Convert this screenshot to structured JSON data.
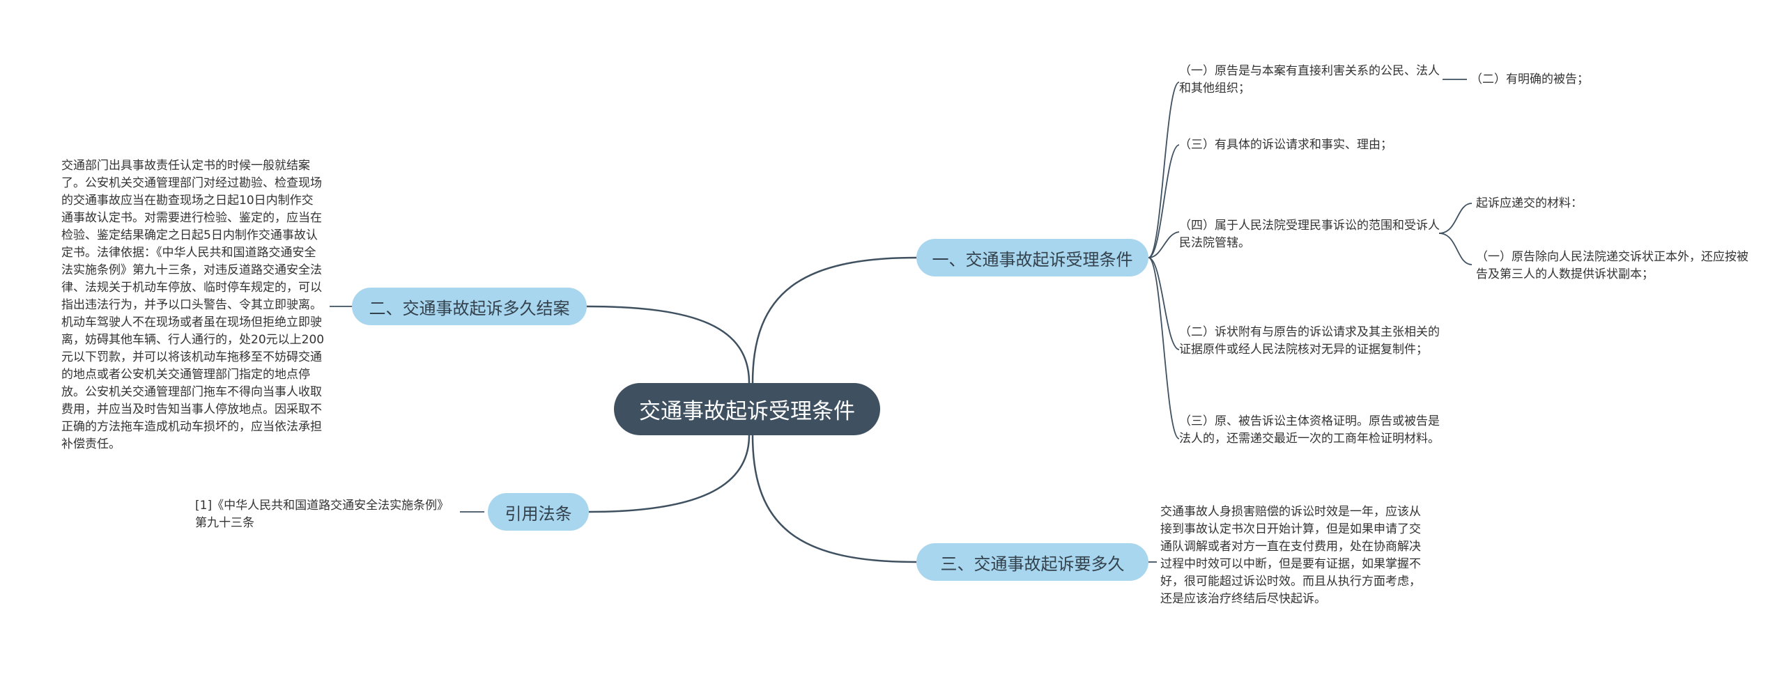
{
  "root": "交通事故起诉受理条件",
  "branches": {
    "b1": {
      "label": "一、交通事故起诉受理条件",
      "items": [
        "（一）原告是与本案有直接利害关系的公民、法人和其他组织；",
        "（二）有明确的被告；",
        "（三）有具体的诉讼请求和事实、理由；",
        "（四）属于人民法院受理民事诉讼的范围和受诉人民法院管辖。",
        "起诉应递交的材料：",
        "（一）原告除向人民法院递交诉状正本外，还应按被告及第三人的人数提供诉状副本；",
        "（二）诉状附有与原告的诉讼请求及其主张相关的证据原件或经人民法院核对无异的证据复制件；",
        "（三）原、被告诉讼主体资格证明。原告或被告是法人的，还需递交最近一次的工商年检证明材料。"
      ]
    },
    "b2": {
      "label": "二、交通事故起诉多久结案",
      "text": "交通部门出具事故责任认定书的时候一般就结案了。公安机关交通管理部门对经过勘验、检查现场的交通事故应当在勘查现场之日起10日内制作交通事故认定书。对需要进行检验、鉴定的，应当在检验、鉴定结果确定之日起5日内制作交通事故认定书。法律依据：《中华人民共和国道路交通安全法实施条例》第九十三条，对违反道路交通安全法律、法规关于机动车停放、临时停车规定的，可以指出违法行为，并予以口头警告、令其立即驶离。机动车驾驶人不在现场或者虽在现场但拒绝立即驶离，妨碍其他车辆、行人通行的，处20元以上200元以下罚款，并可以将该机动车拖移至不妨碍交通的地点或者公安机关交通管理部门指定的地点停放。公安机关交通管理部门拖车不得向当事人收取费用，并应当及时告知当事人停放地点。因采取不正确的方法拖车造成机动车损坏的，应当依法承担补偿责任。"
    },
    "b3": {
      "label": "三、交通事故起诉要多久",
      "text": "交通事故人身损害赔偿的诉讼时效是一年，应该从接到事故认定书次日开始计算，但是如果申请了交通队调解或者对方一直在支付费用，处在协商解决过程中时效可以中断，但是要有证据，如果掌握不好，很可能超过诉讼时效。而且从执行方面考虑，还是应该治疗终结后尽快起诉。"
    },
    "b4": {
      "label": "引用法条",
      "text": "[1]《中华人民共和国道路交通安全法实施条例》 第九十三条"
    }
  },
  "colors": {
    "root_bg": "#3f5160",
    "branch_bg": "#a8d6ee",
    "line": "#3f5160"
  }
}
